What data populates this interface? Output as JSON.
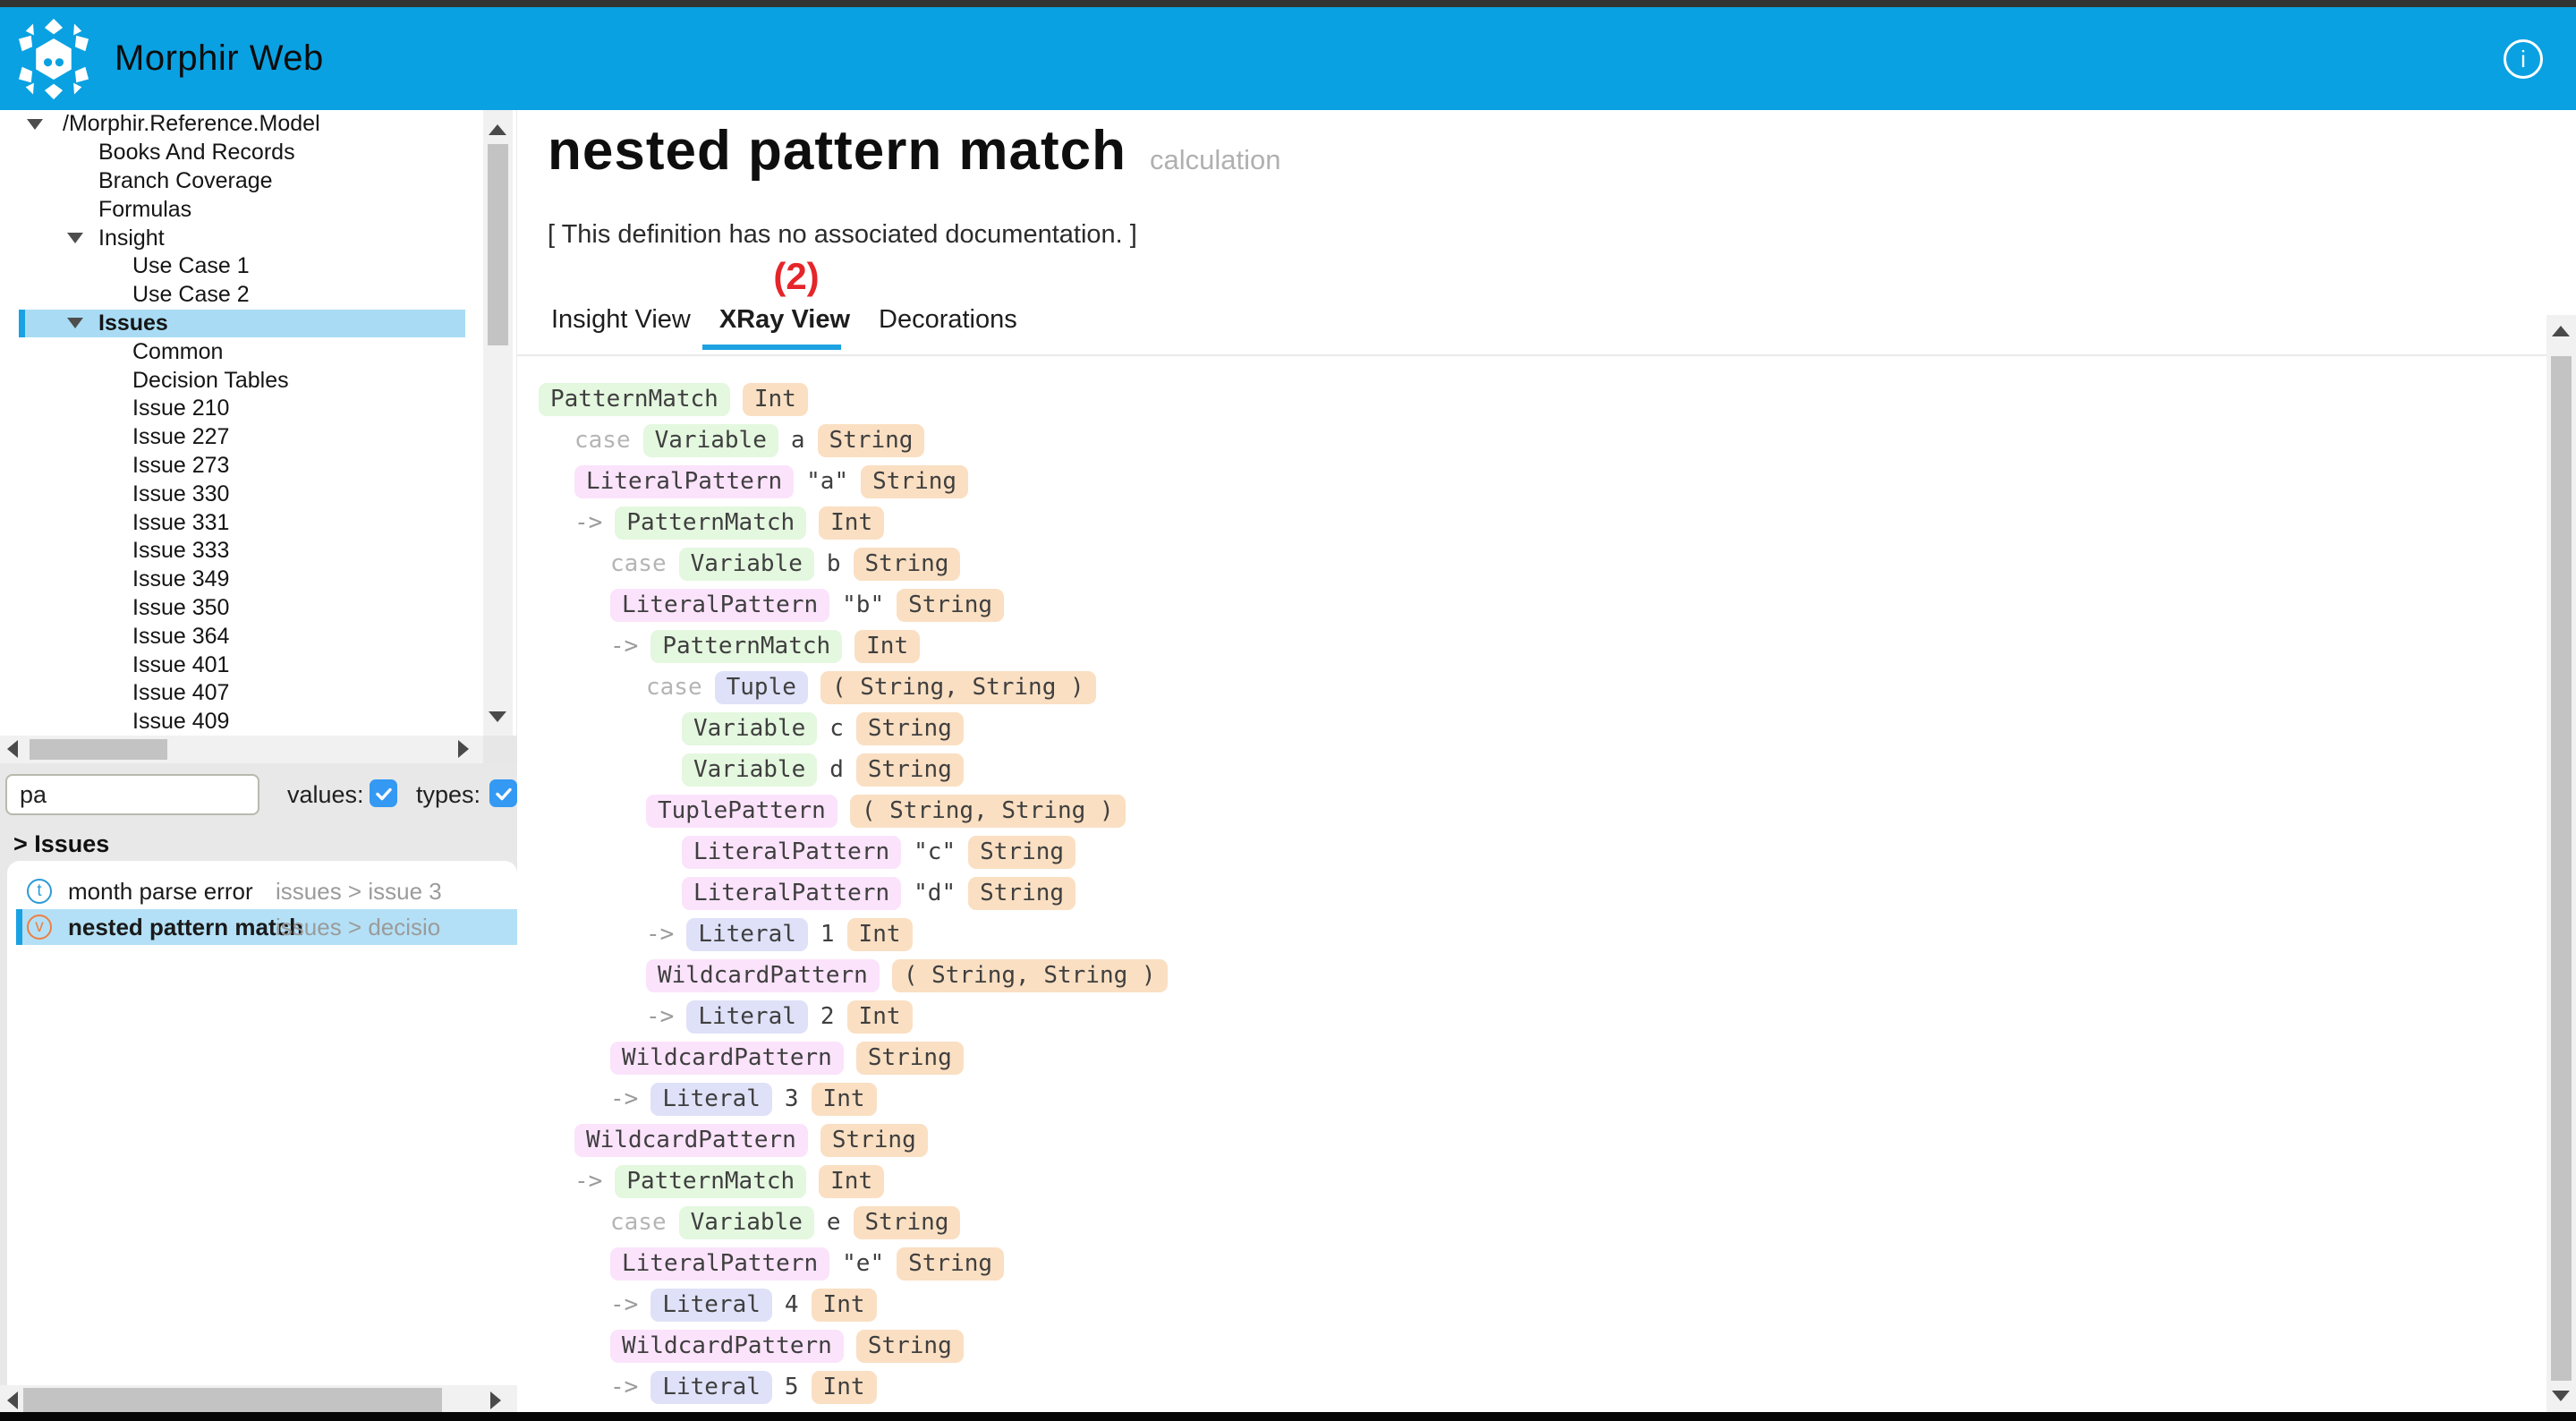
{
  "colors": {
    "header_blue": "#09a1e2",
    "accent_blue": "#19a2e3",
    "tree_selection": "#a9dcf4",
    "result_selection": "#b3e0f6",
    "checkbox_blue": "#3399f3",
    "annotation_red": "#e5252a",
    "tag_green": "#e4f7df",
    "tag_pink": "#fbe3fb",
    "tag_lavender": "#dfe1f8",
    "tag_type_peach": "#fadfc2",
    "type_result_icon": "#2d9ad8",
    "value_result_icon": "#ee7f43"
  },
  "header": {
    "title": "Morphir Web",
    "info_icon_glyph": "i"
  },
  "sidebar": {
    "tree": {
      "items": [
        {
          "label": "/Morphir.Reference.Model",
          "level": 0,
          "expanded": true,
          "selected": false
        },
        {
          "label": "Books And Records",
          "level": 1,
          "expanded": false,
          "selected": false
        },
        {
          "label": "Branch Coverage",
          "level": 1,
          "expanded": false,
          "selected": false
        },
        {
          "label": "Formulas",
          "level": 1,
          "expanded": false,
          "selected": false
        },
        {
          "label": "Insight",
          "level": 1,
          "expanded": true,
          "selected": false
        },
        {
          "label": "Use Case 1",
          "level": 2,
          "expanded": false,
          "selected": false
        },
        {
          "label": "Use Case 2",
          "level": 2,
          "expanded": false,
          "selected": false
        },
        {
          "label": "Issues",
          "level": 1,
          "expanded": true,
          "selected": true
        },
        {
          "label": "Common",
          "level": 2,
          "expanded": false,
          "selected": false
        },
        {
          "label": "Decision Tables",
          "level": 2,
          "expanded": false,
          "selected": false
        },
        {
          "label": "Issue 210",
          "level": 2,
          "expanded": false,
          "selected": false
        },
        {
          "label": "Issue 227",
          "level": 2,
          "expanded": false,
          "selected": false
        },
        {
          "label": "Issue 273",
          "level": 2,
          "expanded": false,
          "selected": false
        },
        {
          "label": "Issue 330",
          "level": 2,
          "expanded": false,
          "selected": false
        },
        {
          "label": "Issue 331",
          "level": 2,
          "expanded": false,
          "selected": false
        },
        {
          "label": "Issue 333",
          "level": 2,
          "expanded": false,
          "selected": false
        },
        {
          "label": "Issue 349",
          "level": 2,
          "expanded": false,
          "selected": false
        },
        {
          "label": "Issue 350",
          "level": 2,
          "expanded": false,
          "selected": false
        },
        {
          "label": "Issue 364",
          "level": 2,
          "expanded": false,
          "selected": false
        },
        {
          "label": "Issue 401",
          "level": 2,
          "expanded": false,
          "selected": false
        },
        {
          "label": "Issue 407",
          "level": 2,
          "expanded": false,
          "selected": false
        },
        {
          "label": "Issue 409",
          "level": 2,
          "expanded": false,
          "selected": false
        }
      ]
    },
    "search": {
      "value": "pa",
      "values_label": "values:",
      "values_checked": true,
      "types_label": "types:",
      "types_checked": true
    },
    "results_header": "> Issues",
    "results": [
      {
        "icon": "t",
        "icon_kind": "type-result-icon",
        "label": "month parse error",
        "path": "issues > issue 3",
        "selected": false
      },
      {
        "icon": "v",
        "icon_kind": "value-result-icon",
        "label": "nested pattern match",
        "path": "issues > decisio",
        "selected": true
      }
    ]
  },
  "main": {
    "title": "nested pattern match",
    "title_tag": "calculation",
    "documentation": "[ This definition has no associated documentation. ]",
    "annotation": "(2)",
    "tabs": [
      {
        "label": "Insight View",
        "active": false
      },
      {
        "label": "XRay View",
        "active": true
      },
      {
        "label": "Decorations",
        "active": false
      }
    ]
  },
  "xray": {
    "rows": [
      {
        "level": 0,
        "parts": [
          [
            "tag-green",
            "PatternMatch"
          ],
          [
            "tag-type",
            "Int"
          ]
        ]
      },
      {
        "level": 1,
        "parts": [
          [
            "kw",
            "case"
          ],
          [
            "tag-green",
            "Variable"
          ],
          [
            "plain",
            "a"
          ],
          [
            "tag-type",
            "String"
          ]
        ]
      },
      {
        "level": 1,
        "parts": [
          [
            "tag-pink",
            "LiteralPattern"
          ],
          [
            "plain",
            "\"a\""
          ],
          [
            "tag-type",
            "String"
          ]
        ]
      },
      {
        "level": 1,
        "parts": [
          [
            "arrow",
            "->"
          ],
          [
            "tag-green",
            "PatternMatch"
          ],
          [
            "tag-type",
            "Int"
          ]
        ]
      },
      {
        "level": 2,
        "parts": [
          [
            "kw",
            "case"
          ],
          [
            "tag-green",
            "Variable"
          ],
          [
            "plain",
            "b"
          ],
          [
            "tag-type",
            "String"
          ]
        ]
      },
      {
        "level": 2,
        "parts": [
          [
            "tag-pink",
            "LiteralPattern"
          ],
          [
            "plain",
            "\"b\""
          ],
          [
            "tag-type",
            "String"
          ]
        ]
      },
      {
        "level": 2,
        "parts": [
          [
            "arrow",
            "->"
          ],
          [
            "tag-green",
            "PatternMatch"
          ],
          [
            "tag-type",
            "Int"
          ]
        ]
      },
      {
        "level": 3,
        "parts": [
          [
            "kw",
            "case"
          ],
          [
            "tag-lavender",
            "Tuple"
          ],
          [
            "tag-type",
            "( String, String )"
          ]
        ]
      },
      {
        "level": 4,
        "parts": [
          [
            "tag-green",
            "Variable"
          ],
          [
            "plain",
            "c"
          ],
          [
            "tag-type",
            "String"
          ]
        ]
      },
      {
        "level": 4,
        "parts": [
          [
            "tag-green",
            "Variable"
          ],
          [
            "plain",
            "d"
          ],
          [
            "tag-type",
            "String"
          ]
        ]
      },
      {
        "level": 3,
        "parts": [
          [
            "tag-pink",
            "TuplePattern"
          ],
          [
            "tag-type",
            "( String, String )"
          ]
        ]
      },
      {
        "level": 4,
        "parts": [
          [
            "tag-pink",
            "LiteralPattern"
          ],
          [
            "plain",
            "\"c\""
          ],
          [
            "tag-type",
            "String"
          ]
        ]
      },
      {
        "level": 4,
        "parts": [
          [
            "tag-pink",
            "LiteralPattern"
          ],
          [
            "plain",
            "\"d\""
          ],
          [
            "tag-type",
            "String"
          ]
        ]
      },
      {
        "level": 3,
        "parts": [
          [
            "arrow",
            "->"
          ],
          [
            "tag-lavender",
            "Literal"
          ],
          [
            "plain",
            "1"
          ],
          [
            "tag-type",
            "Int"
          ]
        ]
      },
      {
        "level": 3,
        "parts": [
          [
            "tag-pink",
            "WildcardPattern"
          ],
          [
            "tag-type",
            "( String, String )"
          ]
        ]
      },
      {
        "level": 3,
        "parts": [
          [
            "arrow",
            "->"
          ],
          [
            "tag-lavender",
            "Literal"
          ],
          [
            "plain",
            "2"
          ],
          [
            "tag-type",
            "Int"
          ]
        ]
      },
      {
        "level": 2,
        "parts": [
          [
            "tag-pink",
            "WildcardPattern"
          ],
          [
            "tag-type",
            "String"
          ]
        ]
      },
      {
        "level": 2,
        "parts": [
          [
            "arrow",
            "->"
          ],
          [
            "tag-lavender",
            "Literal"
          ],
          [
            "plain",
            "3"
          ],
          [
            "tag-type",
            "Int"
          ]
        ]
      },
      {
        "level": 1,
        "parts": [
          [
            "tag-pink",
            "WildcardPattern"
          ],
          [
            "tag-type",
            "String"
          ]
        ]
      },
      {
        "level": 1,
        "parts": [
          [
            "arrow",
            "->"
          ],
          [
            "tag-green",
            "PatternMatch"
          ],
          [
            "tag-type",
            "Int"
          ]
        ]
      },
      {
        "level": 2,
        "parts": [
          [
            "kw",
            "case"
          ],
          [
            "tag-green",
            "Variable"
          ],
          [
            "plain",
            "e"
          ],
          [
            "tag-type",
            "String"
          ]
        ]
      },
      {
        "level": 2,
        "parts": [
          [
            "tag-pink",
            "LiteralPattern"
          ],
          [
            "plain",
            "\"e\""
          ],
          [
            "tag-type",
            "String"
          ]
        ]
      },
      {
        "level": 2,
        "parts": [
          [
            "arrow",
            "->"
          ],
          [
            "tag-lavender",
            "Literal"
          ],
          [
            "plain",
            "4"
          ],
          [
            "tag-type",
            "Int"
          ]
        ]
      },
      {
        "level": 2,
        "parts": [
          [
            "tag-pink",
            "WildcardPattern"
          ],
          [
            "tag-type",
            "String"
          ]
        ]
      },
      {
        "level": 2,
        "parts": [
          [
            "arrow",
            "->"
          ],
          [
            "tag-lavender",
            "Literal"
          ],
          [
            "plain",
            "5"
          ],
          [
            "tag-type",
            "Int"
          ]
        ]
      }
    ]
  }
}
